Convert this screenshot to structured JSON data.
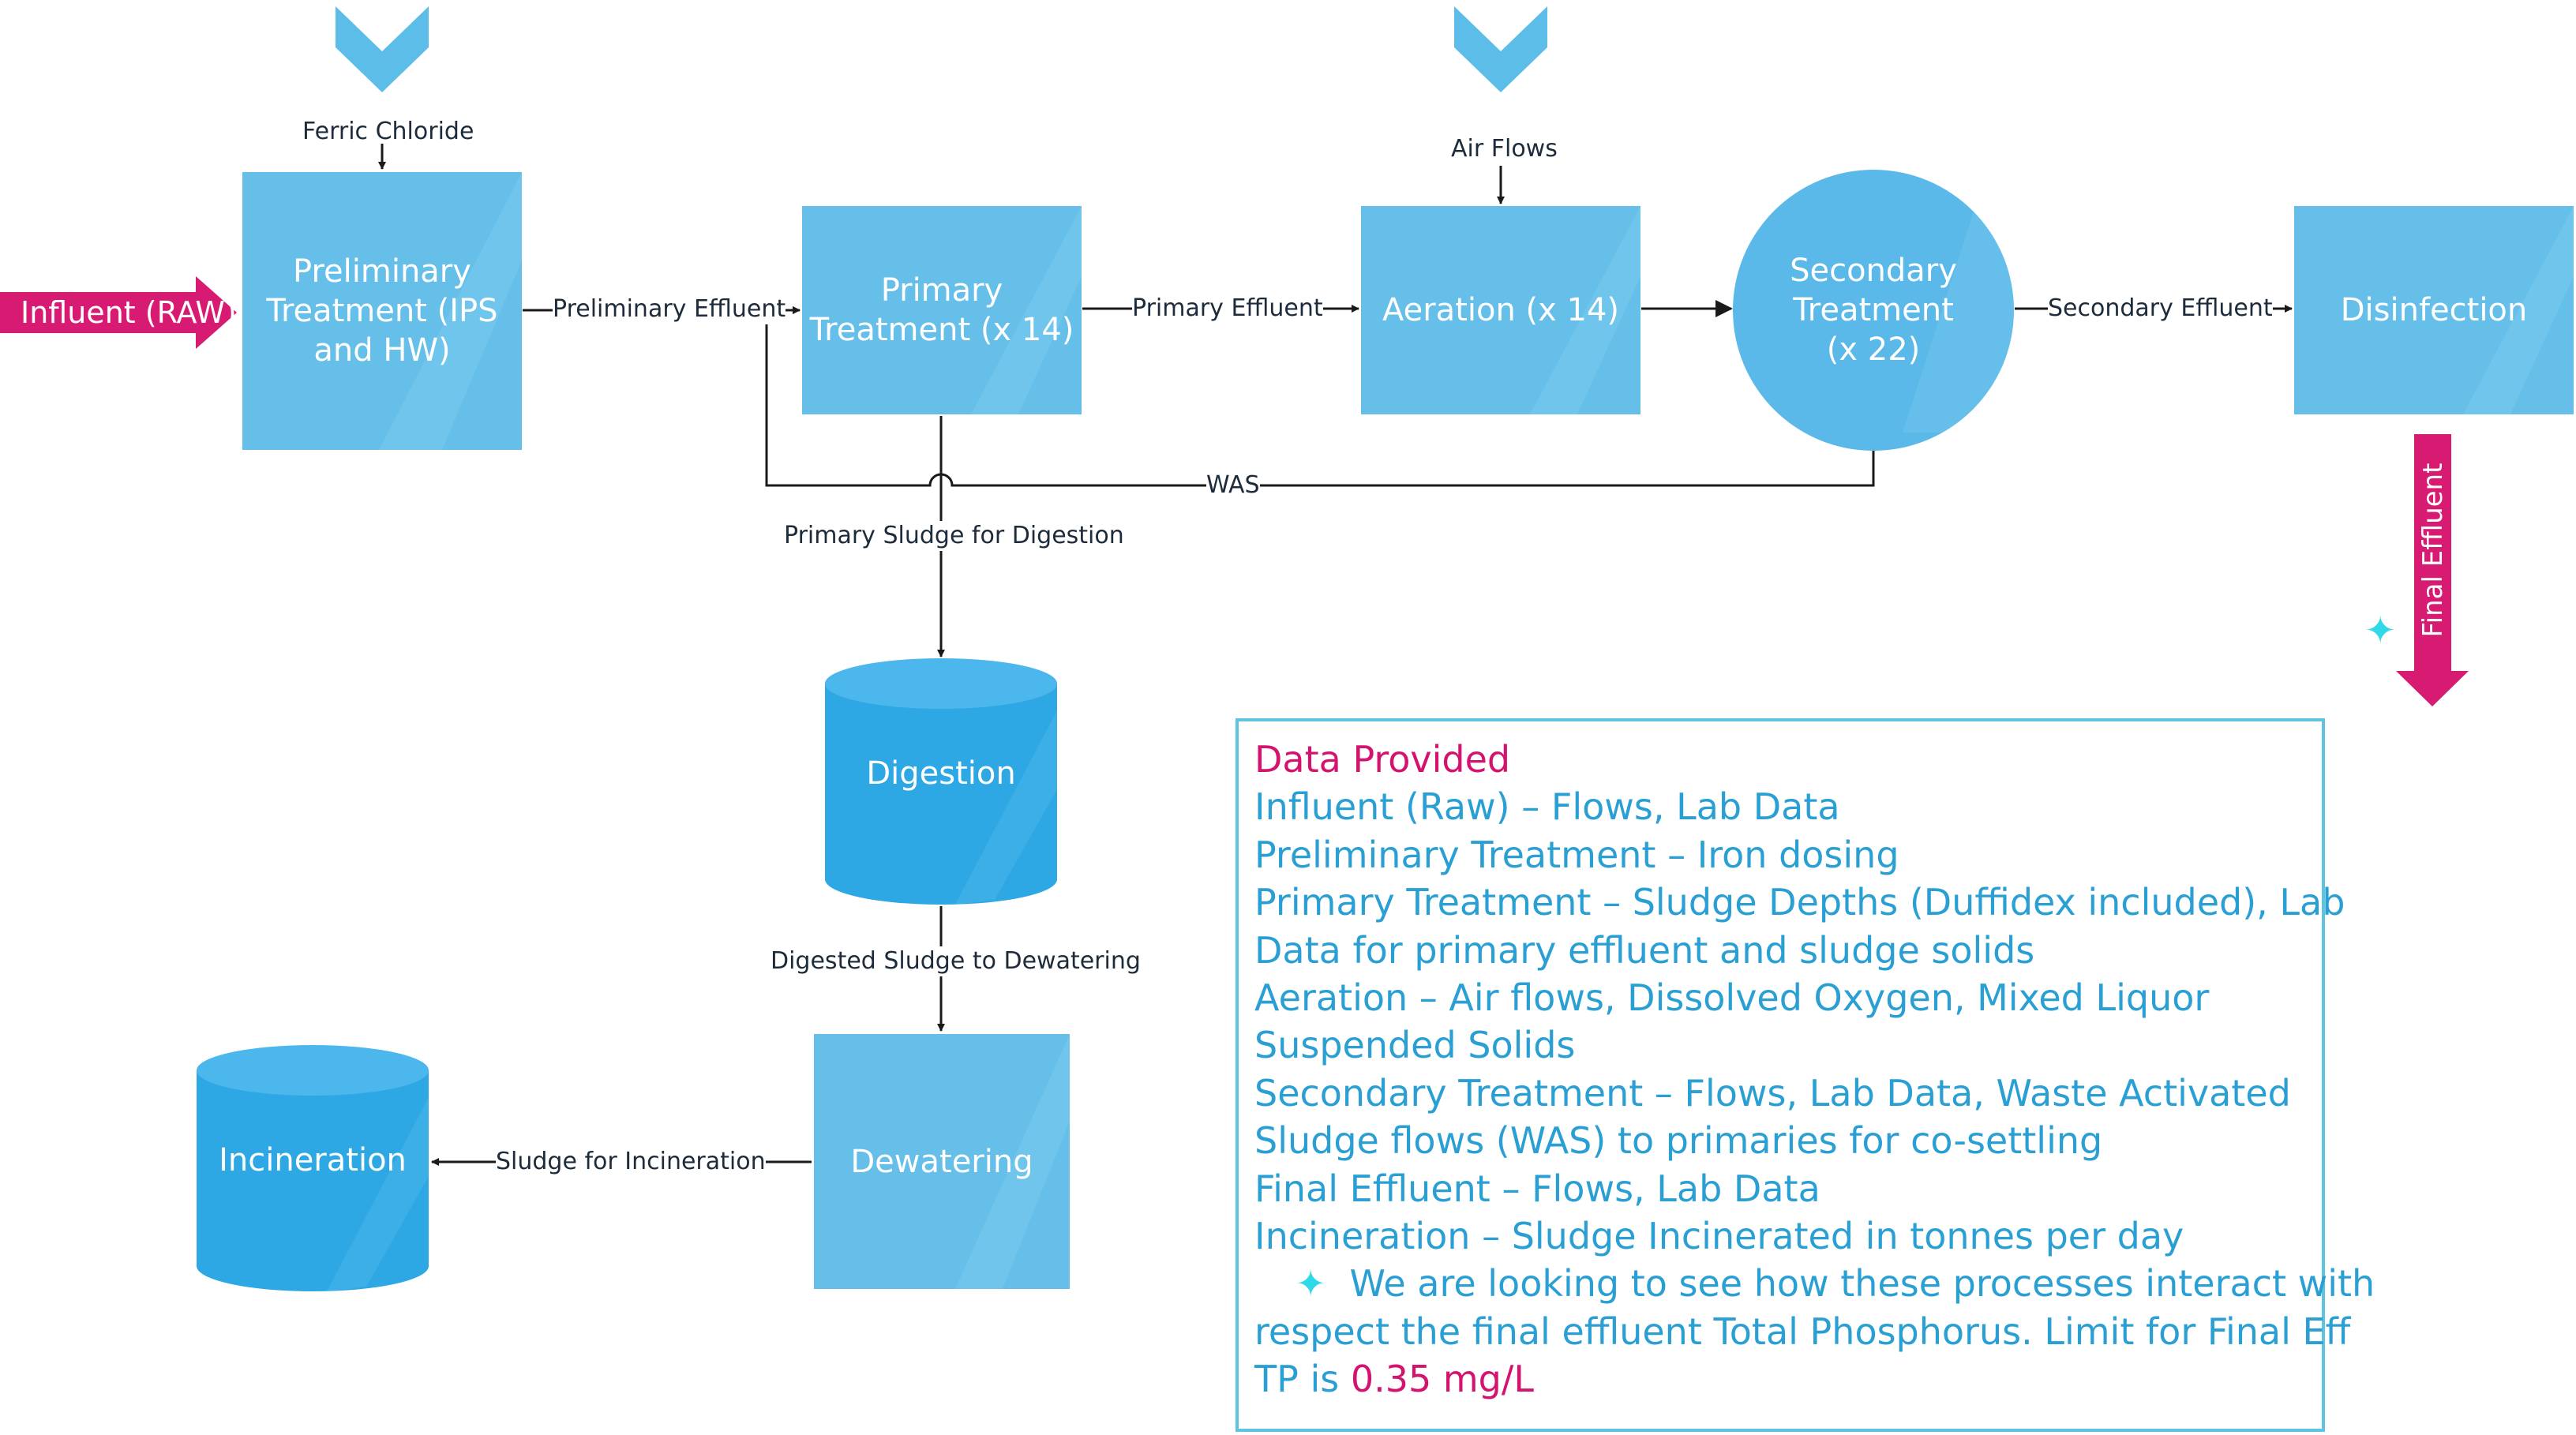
{
  "colors": {
    "box_fill": "#65bfe9",
    "box_fill_light": "#7dcbef",
    "cylinder_fill": "#2ea8e4",
    "cylinder_top": "#45b4ea",
    "chevron": "#5cbde9",
    "magenta_arrow": "#d81b72",
    "connector": "#1a1a1a",
    "info_border": "#5ec4df",
    "info_text": "#2a9fd4",
    "info_highlight": "#d4136f",
    "sparkle": "#2fd9e8"
  },
  "nodes": {
    "preliminary": "Preliminary\nTreatment (IPS\nand HW)",
    "primary": "Primary\nTreatment (x 14)",
    "aeration": "Aeration (x 14)",
    "secondary": "Secondary\nTreatment\n(x 22)",
    "disinfection": "Disinfection",
    "digestion": "Digestion",
    "dewatering": "Dewatering",
    "incineration": "Incineration"
  },
  "inputs": {
    "influent": "Influent (RAW)",
    "final_effluent": "Final Effluent",
    "ferric_chloride": "Ferric Chloride",
    "air_flows": "Air Flows"
  },
  "flows": {
    "preliminary_effluent": "Preliminary Effluent",
    "primary_effluent": "Primary Effluent",
    "secondary_effluent": "Secondary Effluent",
    "was": "WAS",
    "primary_sludge": "Primary Sludge for Digestion",
    "digested_sludge": "Digested Sludge to Dewatering",
    "sludge_incineration": "Sludge for Incineration"
  },
  "info": {
    "title": "Data Provided",
    "lines": [
      "Influent (Raw) – Flows, Lab Data",
      "Preliminary Treatment – Iron dosing",
      "Primary Treatment – Sludge Depths (Duffidex included), Lab",
      "Data for primary effluent and sludge solids",
      "Aeration – Air flows, Dissolved Oxygen, Mixed Liquor",
      "Suspended Solids",
      "Secondary Treatment – Flows, Lab Data, Waste Activated",
      "Sludge flows (WAS) to primaries for co-settling",
      "Final Effluent – Flows, Lab Data",
      "Incineration – Sludge Incinerated in tonnes per day"
    ],
    "note_lines": [
      "We are looking to see how these processes interact with",
      "respect the final effluent Total Phosphorus. Limit for Final Eff"
    ],
    "tp_prefix": "TP is ",
    "tp_value": "0.35 mg/L"
  }
}
